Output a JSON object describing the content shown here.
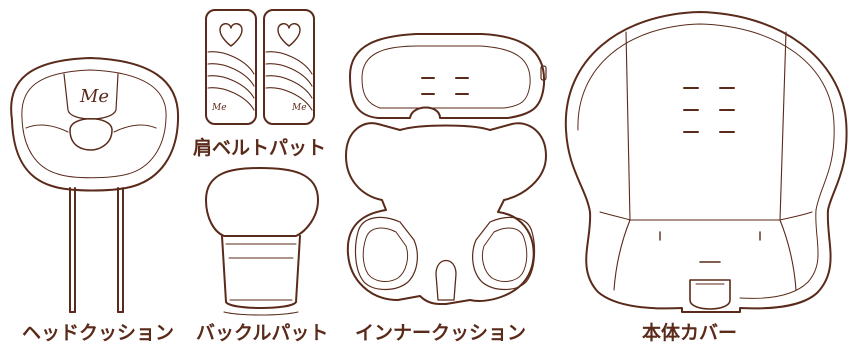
{
  "parts": {
    "head_cushion": {
      "label": "ヘッドクッション",
      "logo": "Me"
    },
    "shoulder_belt_pad": {
      "label": "肩ベルトパット",
      "logo": "Me"
    },
    "buckle_pad": {
      "label": "バックルパット"
    },
    "inner_cushion": {
      "label": "インナークッション"
    },
    "body_cover": {
      "label": "本体カバー"
    }
  },
  "colors": {
    "outline": "#5a2a1a",
    "fill": "#ffffff"
  }
}
